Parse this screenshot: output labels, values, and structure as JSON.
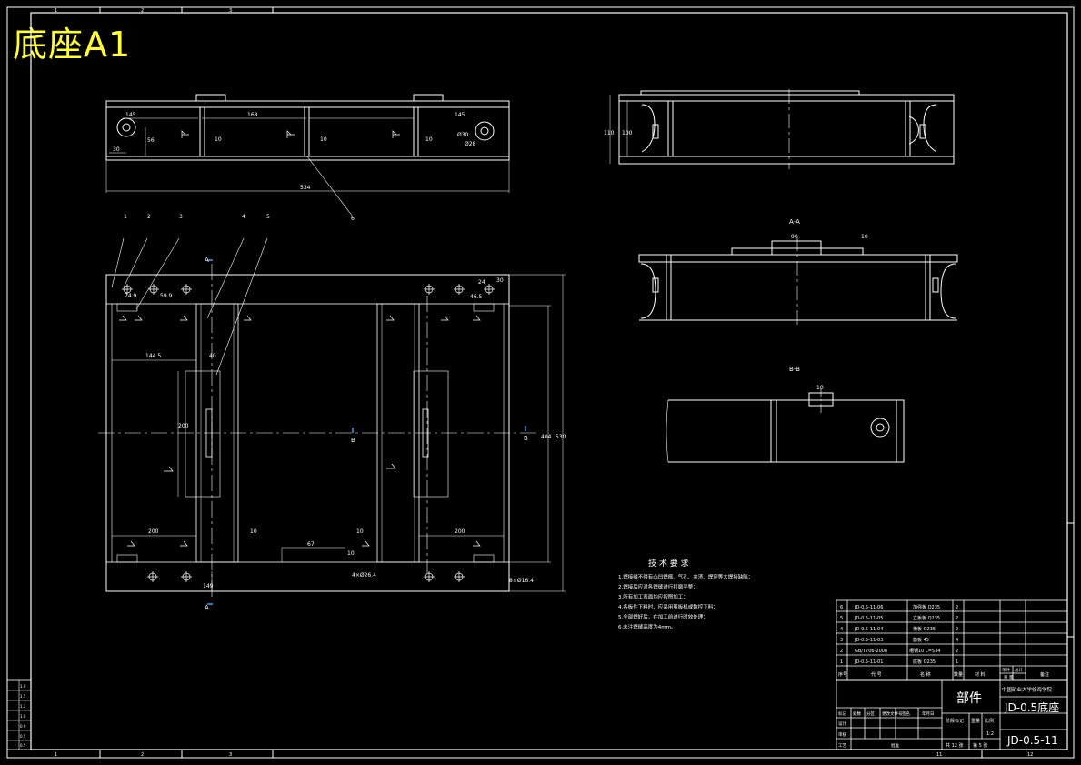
{
  "corner_title": "底座A1",
  "grid_labels": {
    "top": [
      "1",
      "2",
      "3"
    ],
    "bottom": [
      "1",
      "2",
      "3",
      "11",
      "12"
    ]
  },
  "top_view": {
    "dims": [
      "145",
      "168",
      "145",
      "10",
      "10",
      "10",
      "30",
      "56",
      "Ø30",
      "Ø28",
      "534"
    ],
    "part_ref": "6"
  },
  "main_view": {
    "part_refs": [
      "1",
      "2",
      "3",
      "4",
      "5"
    ],
    "section_a": "A",
    "section_b": "B",
    "dims": [
      "74.9",
      "59.9",
      "24",
      "30",
      "46.5",
      "144.5",
      "40",
      "200",
      "200",
      "200",
      "10",
      "10",
      "67",
      "10",
      "149",
      "404",
      "530",
      "4×Ø26.4",
      "8×Ø16.4"
    ]
  },
  "section_aa": {
    "title": "A-A",
    "dims": [
      "90",
      "10"
    ]
  },
  "section_bb": {
    "title": "B-B",
    "dims": [
      "10"
    ]
  },
  "side_view": {
    "dims": [
      "110",
      "100"
    ]
  },
  "tech_req": {
    "title": "技 术 要 求",
    "lines": [
      "1.焊接缝不得有凸凹焊瘤、气孔、夹渣、焊穿等大焊接缺陷；",
      "2.焊接后应对各焊缝进行打磨平整；",
      "3.所有加工表面均应按图加工；",
      "4.各板件下料时，应采用剪板机或数控下料；",
      "5.全部焊好后，在加工前进行时效处理；",
      "6.未注焊缝高度为4mm。"
    ]
  },
  "bom": {
    "rows": [
      {
        "no": "6",
        "code": "JD-0.5-11-06",
        "name": "加强板 Q235",
        "qty": "2"
      },
      {
        "no": "5",
        "code": "JD-0.5-11-05",
        "name": "立板板 Q235",
        "qty": "2"
      },
      {
        "no": "4",
        "code": "JD-0.5-11-04",
        "name": "横板 Q235",
        "qty": "2"
      },
      {
        "no": "3",
        "code": "JD-0.5-11-03",
        "name": "筋板 45",
        "qty": "4"
      },
      {
        "no": "2",
        "code": "GB/T706-2008",
        "name": "槽钢10 L=534",
        "qty": "2"
      },
      {
        "no": "1",
        "code": "JD-0.5-11-01",
        "name": "底板 Q235",
        "qty": "1"
      }
    ],
    "header": [
      "序号",
      "代 号",
      "名 称",
      "数量",
      "材 料",
      "单件",
      "总计",
      "重 量",
      "备注"
    ]
  },
  "title_block": {
    "category": "部件",
    "organization": "中国矿业大学徐海学院",
    "drawing_name": "JD-0.5底座",
    "drawing_no": "JD-0.5-11",
    "scale": "1:2",
    "sheets_total": "共 12 张",
    "sheet_no": "第 5 张",
    "row_labels": [
      "标记",
      "处数",
      "分区",
      "更改文件号",
      "签名",
      "年月日"
    ],
    "roles": [
      "设计",
      "审核",
      "工艺",
      "批准"
    ],
    "stage_labels": [
      "阶段标记",
      "重量",
      "比例"
    ]
  },
  "left_strip": [
    "1.9",
    "1.5",
    "1.2",
    "1.0",
    "0.9",
    "0.5",
    "0.5"
  ]
}
